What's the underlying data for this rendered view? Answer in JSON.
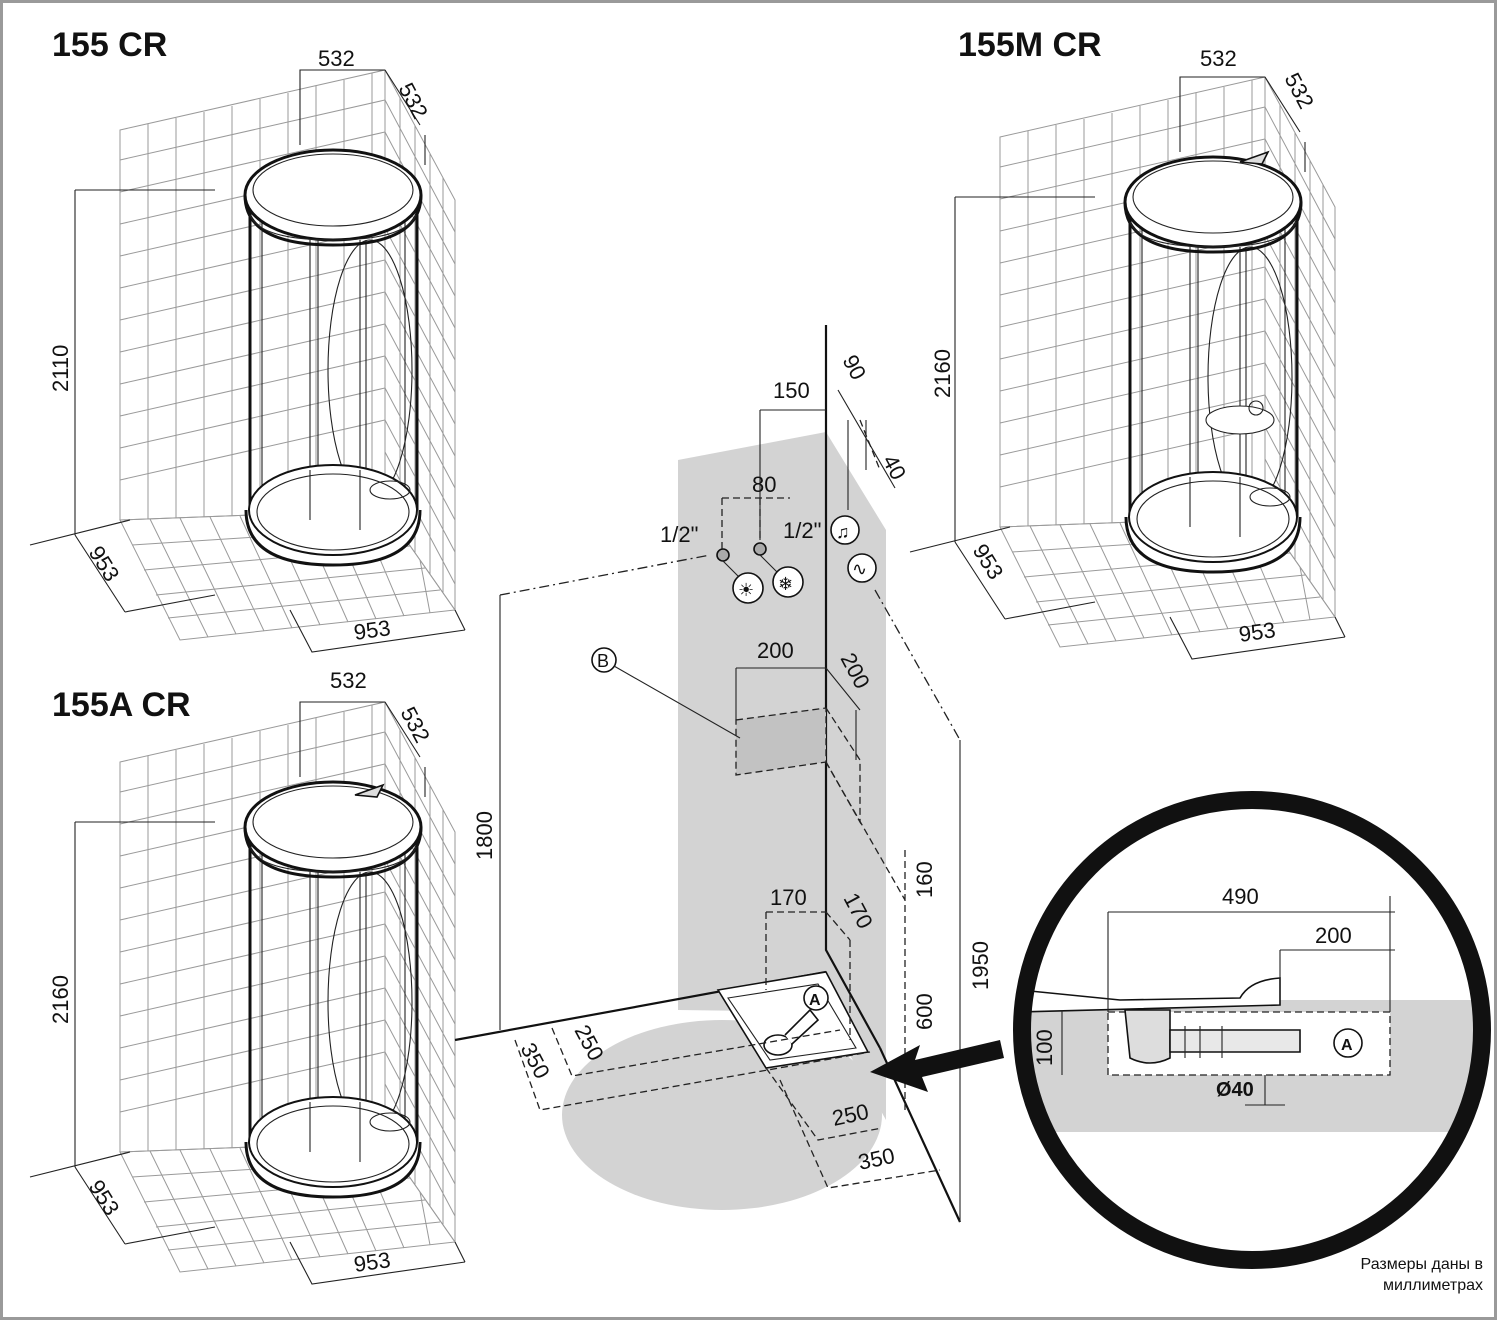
{
  "models": {
    "cr155": {
      "title": "155 CR",
      "width_top": "532",
      "depth_top": "532",
      "height": "2110",
      "floor_left": "953",
      "floor_right": "953"
    },
    "cr155m": {
      "title": "155M CR",
      "width_top": "532",
      "depth_top": "532",
      "height": "2160",
      "floor_left": "953",
      "floor_right": "953"
    },
    "cr155a": {
      "title": "155A CR",
      "width_top": "532",
      "depth_top": "532",
      "height": "2160",
      "floor_left": "953",
      "floor_right": "953"
    }
  },
  "install": {
    "d150": "150",
    "d90": "90",
    "d40": "40",
    "d80": "80",
    "pipe_left": "1/2\"",
    "pipe_right": "1/2\"",
    "d200a": "200",
    "d200b": "200",
    "h1800": "1800",
    "h160": "160",
    "h600": "600",
    "h1950": "1950",
    "d170a": "170",
    "d170b": "170",
    "d350a": "350",
    "d250a": "250",
    "d250b": "250",
    "d350b": "350",
    "label_b": "B",
    "label_a": "A"
  },
  "detail": {
    "d490": "490",
    "d200": "200",
    "d100": "100",
    "dia": "Ø40",
    "label_a": "A"
  },
  "note": {
    "line1": "Размеры даны в",
    "line2": "миллиметрах"
  },
  "colors": {
    "panel": "#d3d3d3",
    "frame": "#9a9a9a",
    "ink": "#111111"
  }
}
